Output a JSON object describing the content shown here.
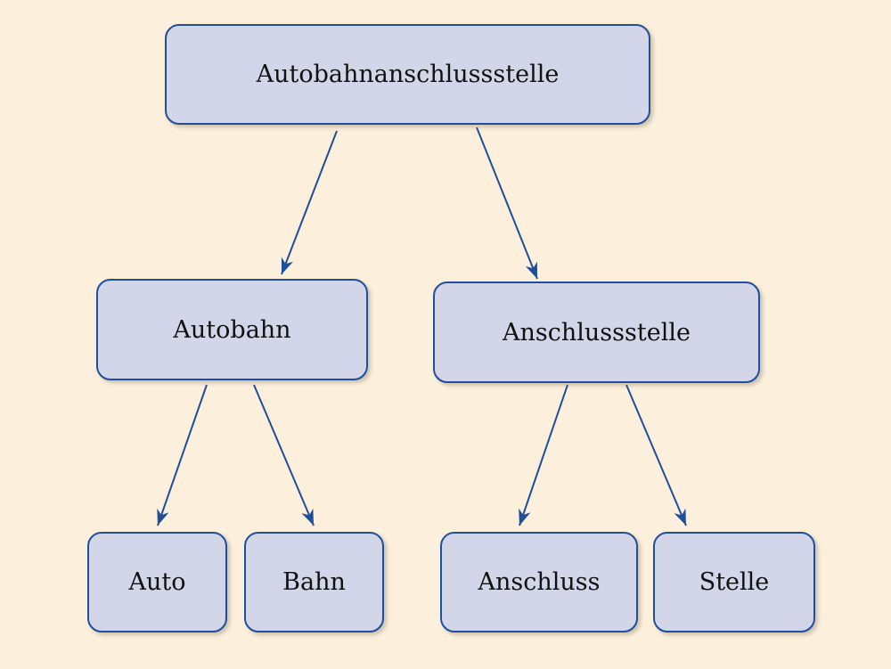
{
  "diagram": {
    "root": "Autobahnanschlussstelle",
    "level1": [
      "Autobahn",
      "Anschlussstelle"
    ],
    "level2": [
      "Auto",
      "Bahn",
      "Anschluss",
      "Stelle"
    ],
    "colors": {
      "background": "#fcefdc",
      "box_fill": "#d3d6e8",
      "border": "#1f4e9a",
      "arrow": "#1f4e9a"
    }
  }
}
